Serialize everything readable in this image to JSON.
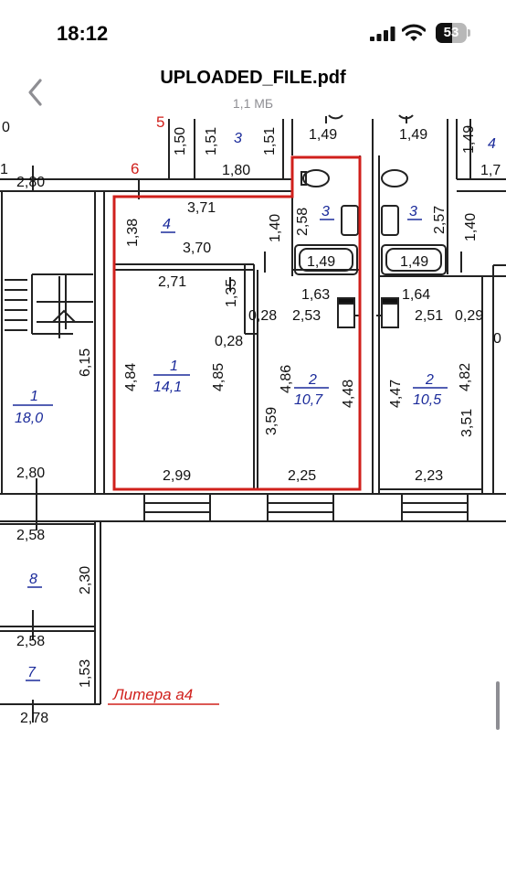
{
  "status_bar": {
    "time": "18:12",
    "signal_icon": "cellular-signal-icon",
    "wifi_icon": "wifi-icon",
    "battery": {
      "percent_text": "53",
      "level": 0.53
    }
  },
  "nav": {
    "back_icon": "chevron-left-icon",
    "title": "UPLOADED_FILE.pdf",
    "subtitle": "1,1 МБ"
  },
  "floor_plan": {
    "top_partial": {
      "dims": [
        "0",
        "1,50",
        "1,51",
        "1,51",
        "1,49",
        "1,49",
        "1,49",
        "1",
        "1,80",
        "1,7"
      ],
      "rooms": [
        "3",
        "4"
      ],
      "red_marks": [
        "5",
        "6"
      ]
    },
    "left_wing": {
      "dims": [
        "2,80",
        "6,15",
        "2,80",
        "2,58",
        "2,30",
        "2,58",
        "1,53",
        "2,78"
      ],
      "rooms": [
        {
          "num": "1",
          "area": "18,0"
        },
        {
          "num": "8"
        },
        {
          "num": "7"
        }
      ]
    },
    "selected_unit": {
      "room4": {
        "num": "4",
        "dims": [
          "3,71",
          "1,38",
          "3,70",
          "1,40"
        ]
      },
      "bath": {
        "num": "3",
        "dims": [
          "2,58",
          "1,49"
        ]
      },
      "room1": {
        "num": "1",
        "area": "14,1",
        "dims": [
          "2,71",
          "1,35",
          "4,84",
          "4,85",
          "0,28",
          "2,99"
        ]
      },
      "room2": {
        "num": "2",
        "area": "10,7",
        "dims": [
          "1,63",
          "0,28",
          "2,53",
          "4,86",
          "3,59",
          "4,48",
          "2,25"
        ]
      }
    },
    "right_unit": {
      "bath": {
        "num": "3",
        "dims": [
          "2,57",
          "1,40",
          "1,49"
        ]
      },
      "room2": {
        "num": "2",
        "area": "10,5",
        "dims": [
          "1,64",
          "2,51",
          "0,29",
          "4,47",
          "4,82",
          "3,51",
          "2,23",
          "0"
        ]
      }
    },
    "annotation": "Литера а4"
  },
  "colors": {
    "highlight": "#d0201c",
    "room_label": "#1a2a9a",
    "ios_gray": "#8e8e93"
  }
}
